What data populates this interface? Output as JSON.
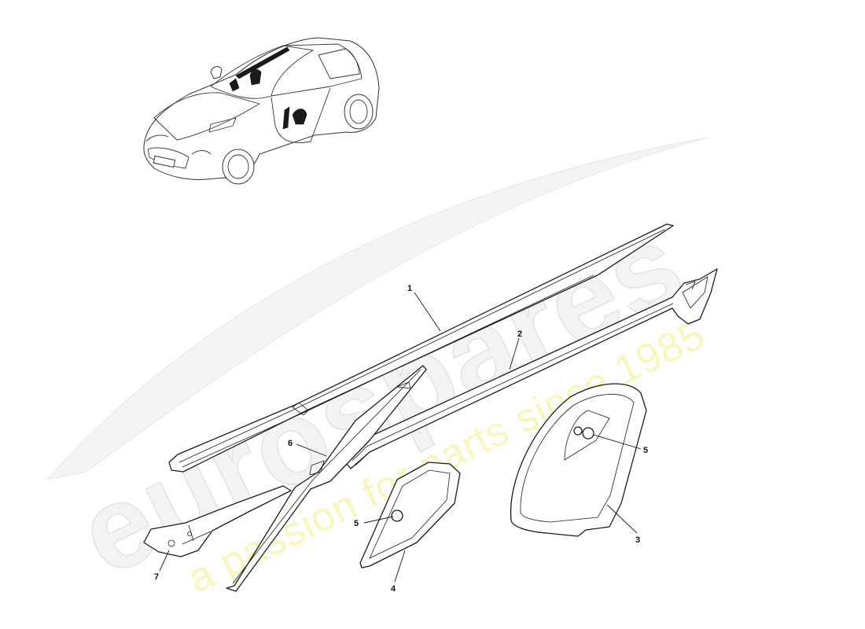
{
  "watermark": {
    "brand": "eurospares",
    "tagline": "a passion for parts since 1985",
    "brand_color": "#e6e6e6",
    "tagline_color": "#f2ee8a"
  },
  "illustration": {
    "icon": "car-outline-icon"
  },
  "callouts": [
    {
      "id": "1",
      "label": "1"
    },
    {
      "id": "2",
      "label": "2"
    },
    {
      "id": "3",
      "label": "3"
    },
    {
      "id": "4",
      "label": "4"
    },
    {
      "id": "5a",
      "label": "5"
    },
    {
      "id": "5b",
      "label": "5"
    },
    {
      "id": "6",
      "label": "6"
    },
    {
      "id": "7",
      "label": "7"
    }
  ]
}
